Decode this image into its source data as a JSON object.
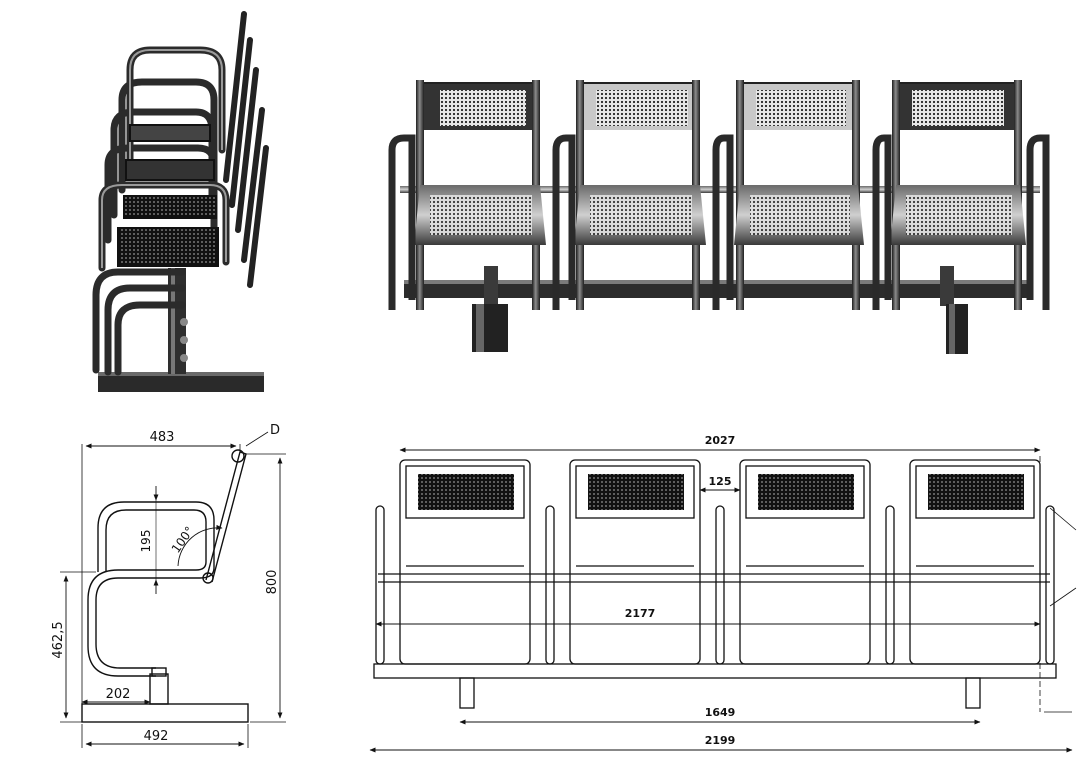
{
  "drawing_sheet": {
    "views": {
      "side_render": {
        "caption": ""
      },
      "front_render": {
        "caption": ""
      },
      "side_drawing": {
        "dimensions": {
          "width_top": "483",
          "detail_callout": "D",
          "height_total": "800",
          "backrest_gap": "195",
          "backrest_angle": "100°",
          "seat_height": "462,5",
          "foot_offset": "202",
          "base_depth": "492"
        }
      },
      "front_drawing": {
        "dimensions": {
          "overall_top": "2027",
          "seat_gap": "125",
          "inner_span": "2177",
          "feet_span": "1649",
          "overall_bottom": "2199"
        }
      }
    },
    "colors": {
      "line": "#111111",
      "metal_dark": "#2b2b2b",
      "metal_mid": "#5a5a5a",
      "metal_light": "#a8a8a8",
      "perforation": "#1a1a1a"
    }
  }
}
